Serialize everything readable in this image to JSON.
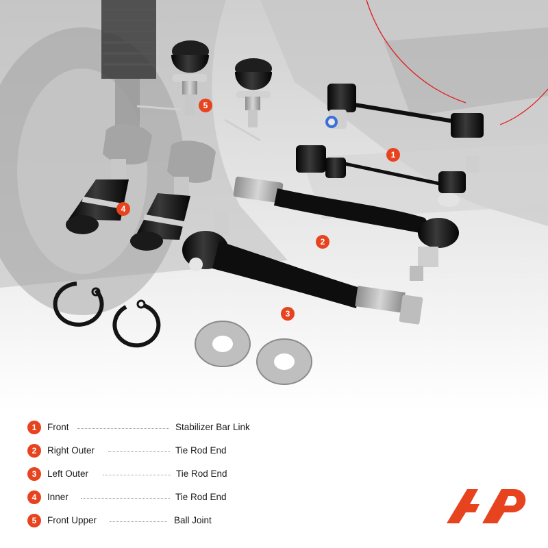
{
  "legend": {
    "items": [
      {
        "num": "1",
        "label": "Front",
        "desc": "Stabilizer Bar Link"
      },
      {
        "num": "2",
        "label": "Right Outer",
        "desc": "Tie Rod End"
      },
      {
        "num": "3",
        "label": "Left Outer",
        "desc": "Tie Rod End"
      },
      {
        "num": "4",
        "label": "Inner",
        "desc": "Tie Rod End"
      },
      {
        "num": "5",
        "label": "Front Upper",
        "desc": "Ball Joint"
      }
    ]
  },
  "callouts": [
    "1",
    "2",
    "3",
    "4",
    "5"
  ],
  "colors": {
    "accent": "#e8431f",
    "part_black": "#141414",
    "metal": "#b9b9b9",
    "background": "#ffffff"
  },
  "logo": {
    "icon": "a-premium-logo"
  }
}
